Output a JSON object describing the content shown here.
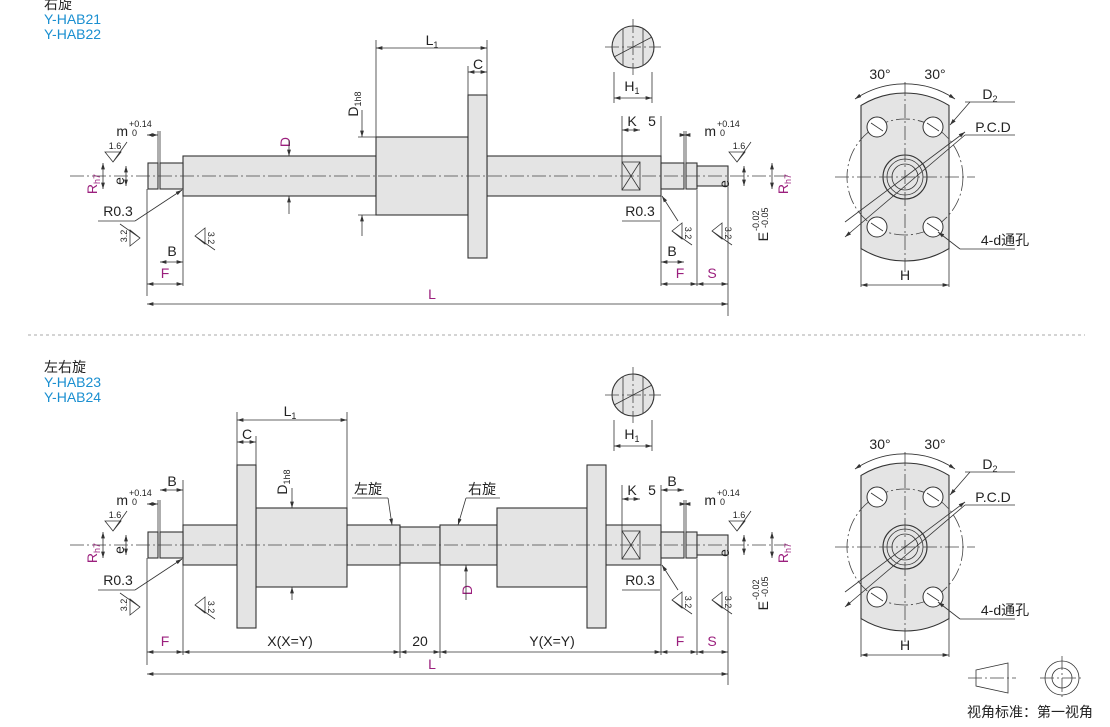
{
  "sections": [
    {
      "title": "右旋",
      "codes": [
        "Y-HAB21",
        "Y-HAB22"
      ]
    },
    {
      "title": "左右旋",
      "codes": [
        "Y-HAB23",
        "Y-HAB24"
      ]
    }
  ],
  "labels": {
    "L1": {
      "main": "L",
      "sub": "1"
    },
    "C": "C",
    "D1h8": {
      "main": "D",
      "sub": "1h8"
    },
    "D": "D",
    "m": {
      "main": "m",
      "tol_upper": "+0.14",
      "tol_lower": "0"
    },
    "roughness_fine": "1.6",
    "Rh7": {
      "main": "R",
      "sub": "h7"
    },
    "e": "e",
    "R03": "R0.3",
    "roughness": "3.2",
    "B": "B",
    "F": "F",
    "K": "K",
    "five": "5",
    "S": "S",
    "E": {
      "main": "E",
      "tol_upper": "-0.02",
      "tol_lower": "-0.05"
    },
    "L": "L",
    "H1": {
      "main": "H",
      "sub": "1"
    },
    "angle": "30°",
    "D2": {
      "main": "D",
      "sub": "2"
    },
    "PCD": "P.C.D",
    "holes": "4-d通孔",
    "H": "H",
    "left_hand": "左旋",
    "right_hand": "右旋",
    "X": "X(X=Y)",
    "twenty": "20",
    "Y": "Y(X=Y)"
  },
  "legend": {
    "text": "视角标准：第一视角"
  },
  "colors": {
    "dimension_magenta": "#9b1f7d",
    "code_blue": "#1a8fd0",
    "part_fill": "#e4e4e4"
  }
}
